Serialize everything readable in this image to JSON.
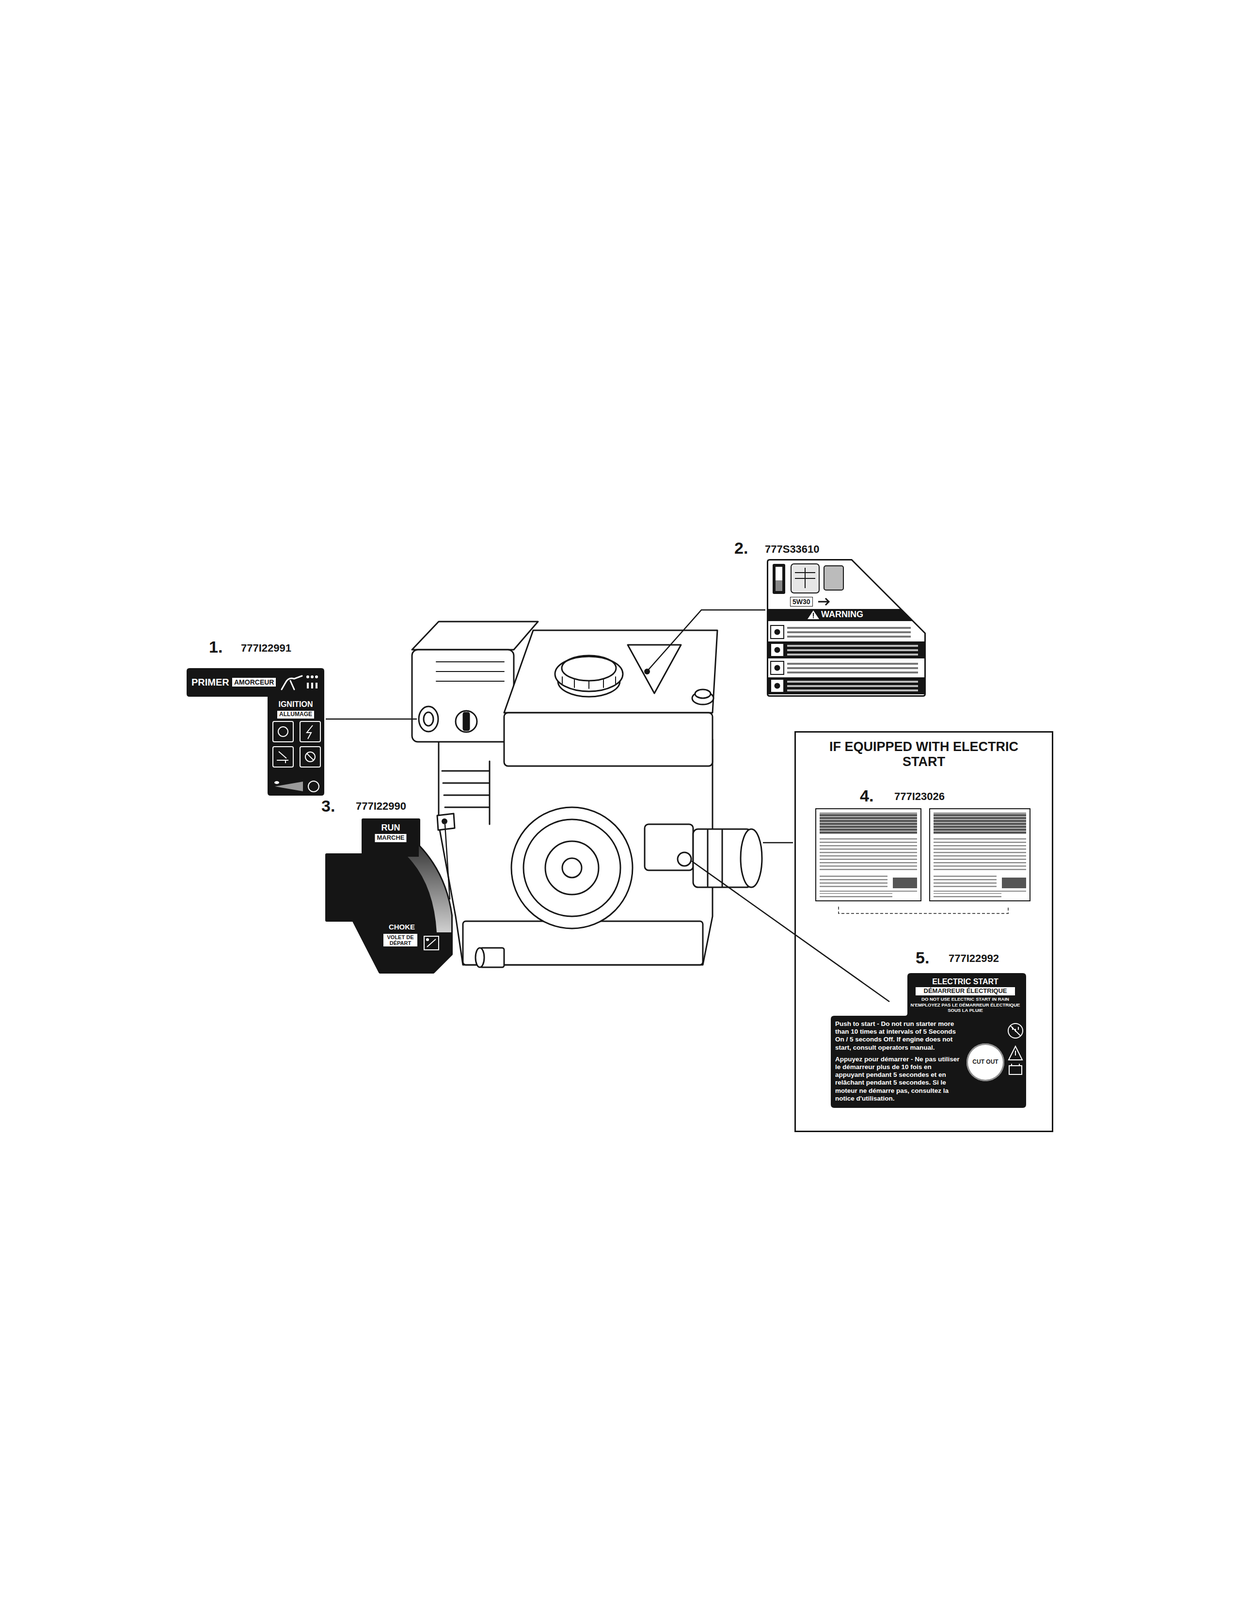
{
  "diagram": {
    "nodes": [
      {
        "text": [
          "PRIMER",
          "AMORCEUR",
          "IGNITION",
          "ALLUMAGE"
        ]
      },
      {
        "text": [
          "5W30",
          "WARNING"
        ]
      },
      {
        "text": [
          "RUN",
          "MARCHE",
          "CHOKE",
          "VOLET DE DÉPART"
        ]
      },
      {
        "text": [
          "IF EQUIPPED WITH ELECTRIC START"
        ]
      },
      {
        "text": [
          "ELECTRIC START",
          "DÉMARREUR ÉLECTRIQUE",
          "DO NOT USE ELECTRIC START IN RAIN",
          "N'EMPLOYEZ PAS LE DÉMARREUR ÉLECTRIQUE SOUS LA PLUIE",
          "Push to start - Do not run starter more than 10 times at intervals of 5 Seconds On / 5 seconds Off. If engine does not start, consult operators manual.",
          "Appuyez pour démarrer - Ne pas utiliser le démarreur plus de 10 fois en appuyant pendant 5 secondes et en relâchant pendant 5 secondes. Si le moteur ne démarre pas, consultez la notice d'utilisation.",
          "CUT OUT"
        ],
        "in": 3
      }
    ],
    "labels": [
      "1.",
      "777I22991",
      "2.",
      "777S33610",
      "3.",
      "777I22990",
      "4.",
      "777I23026",
      "5.",
      "777I22992"
    ]
  }
}
